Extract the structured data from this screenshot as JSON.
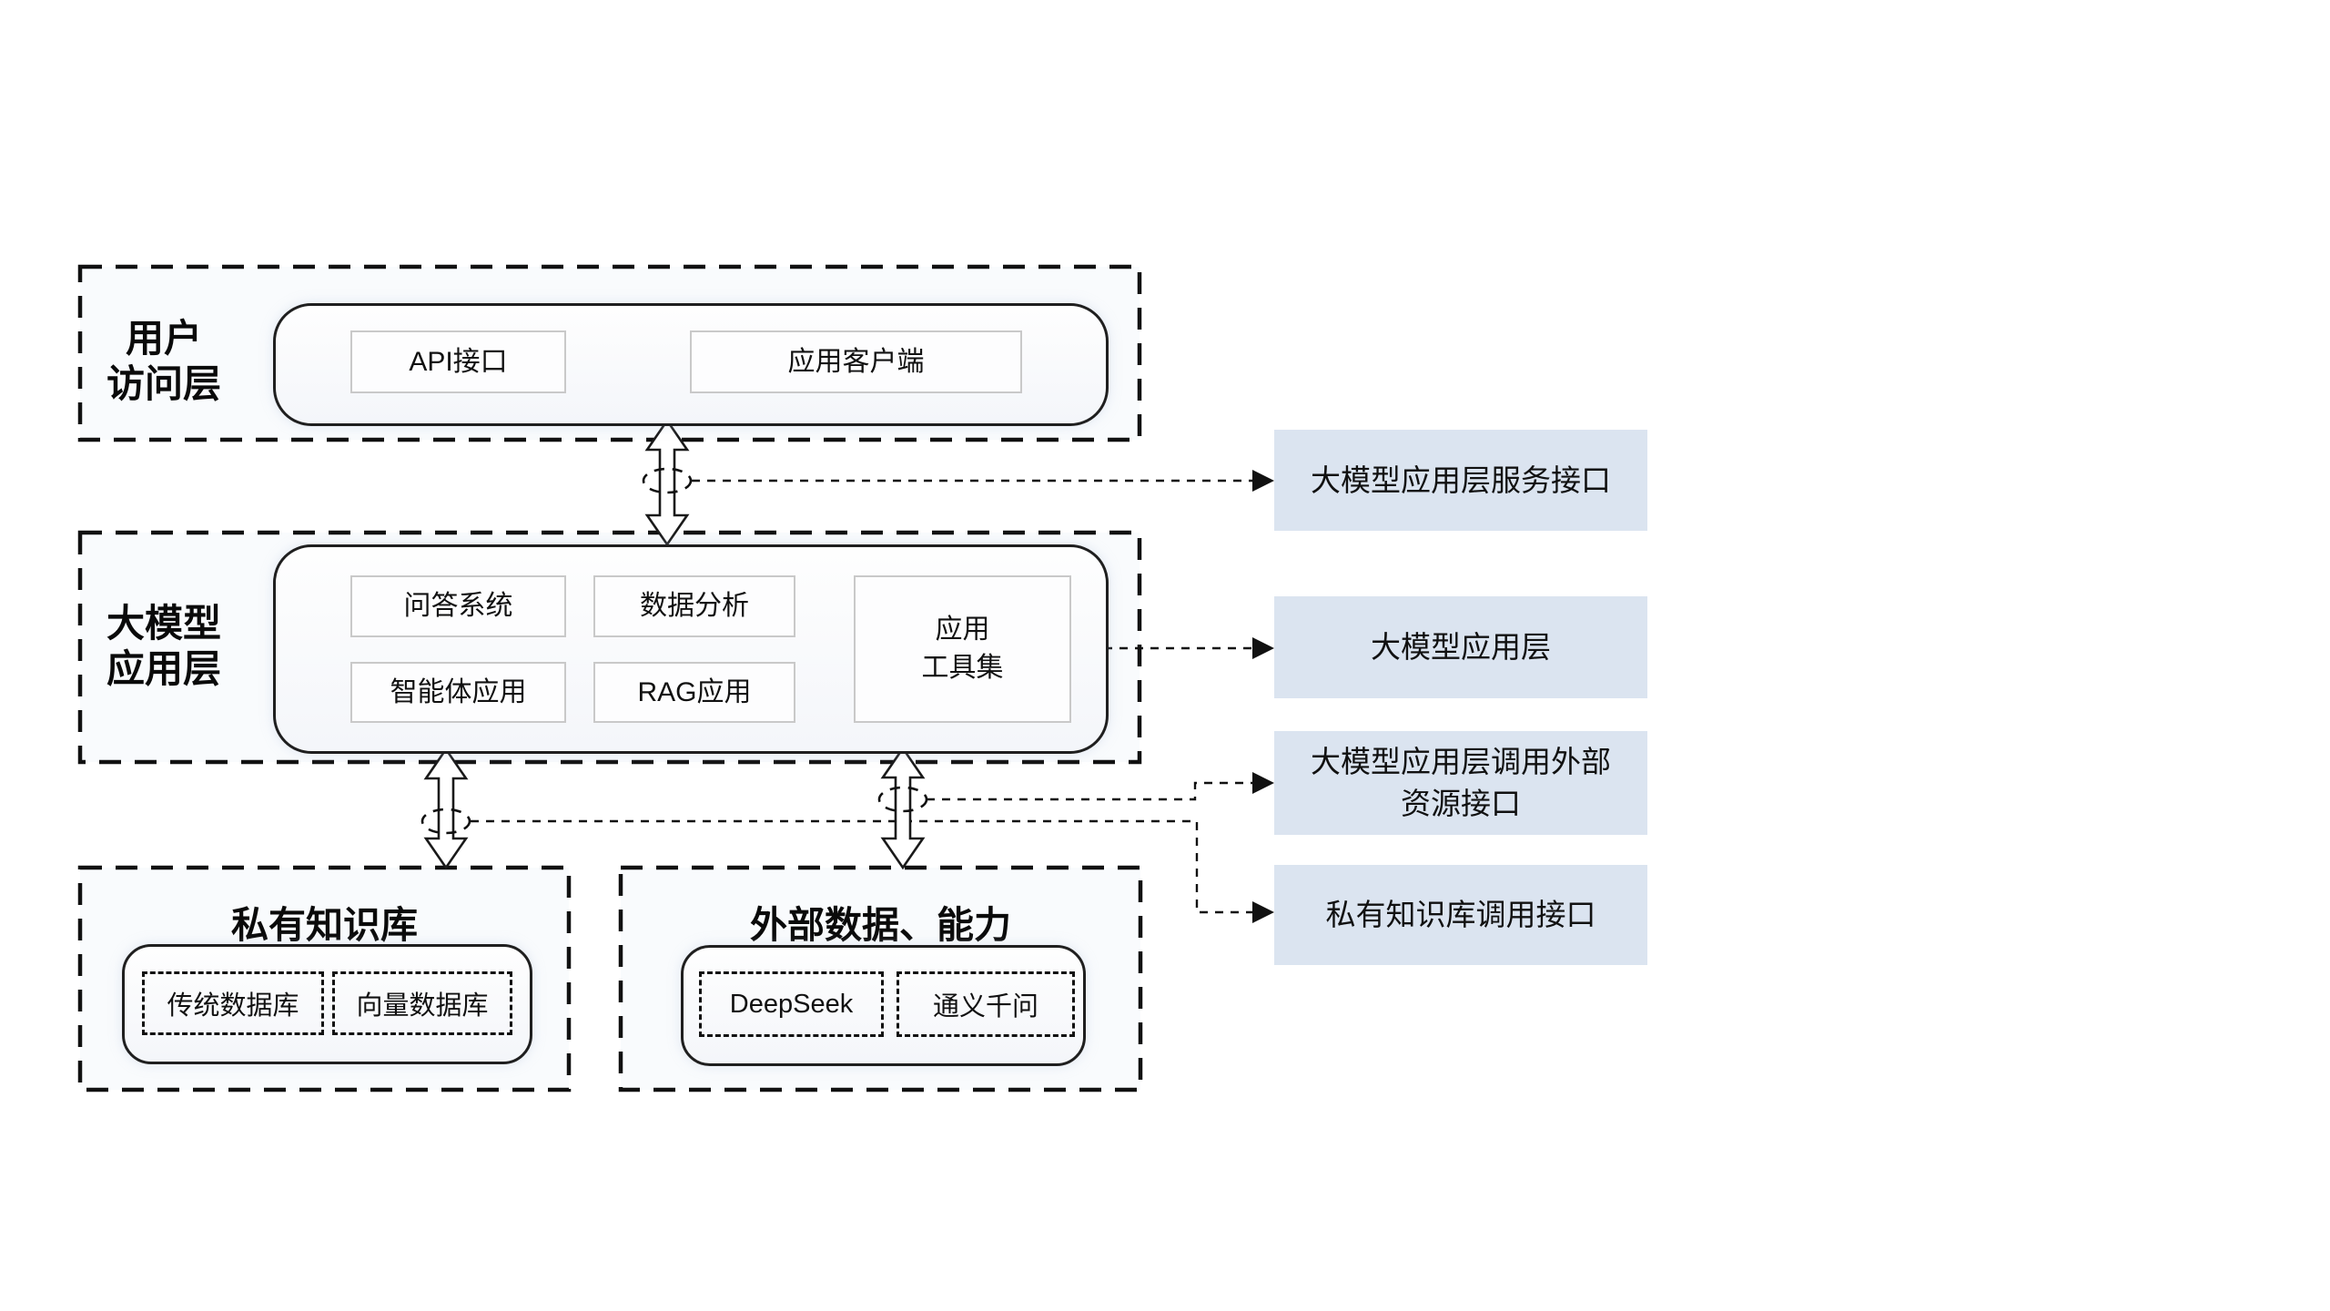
{
  "layers": {
    "user_access": {
      "label_lines": [
        "用户",
        "访问层"
      ],
      "boxes": {
        "api": "API接口",
        "client": "应用客户端"
      }
    },
    "llm_app": {
      "label_lines": [
        "大模型",
        "应用层"
      ],
      "boxes": {
        "qa": "问答系统",
        "analysis": "数据分析",
        "agent": "智能体应用",
        "rag": "RAG应用",
        "toolset_lines": [
          "应用",
          "工具集"
        ]
      }
    },
    "private_kb": {
      "title": "私有知识库",
      "boxes": {
        "traditional": "传统数据库",
        "vector": "向量数据库"
      }
    },
    "external": {
      "title": "外部数据、能力",
      "boxes": {
        "deepseek": "DeepSeek",
        "qwen": "通义千问"
      }
    }
  },
  "annotations": {
    "service_interface": "大模型应用层服务接口",
    "app_layer": "大模型应用层",
    "external_call_lines": [
      "大模型应用层调用外部",
      "资源接口"
    ],
    "kb_call": "私有知识库调用接口"
  },
  "colors": {
    "annotation_bg": "#dbe4f0",
    "line": "#111111",
    "inner_box_border": "#c9c9c9",
    "background": "#ffffff"
  }
}
